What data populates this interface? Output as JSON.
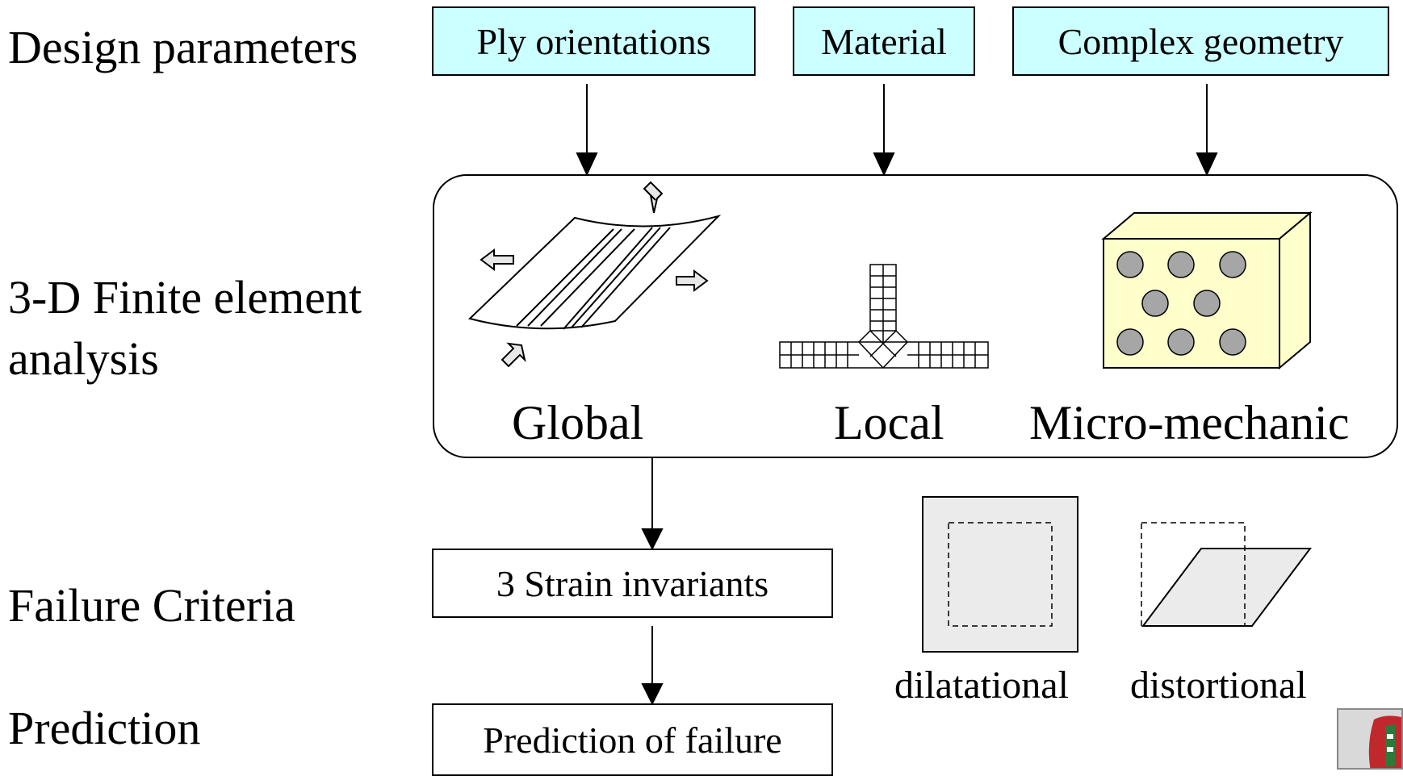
{
  "rows": {
    "design": "Design parameters",
    "fea_line1": "3-D Finite element",
    "fea_line2": "analysis",
    "failure": "Failure Criteria",
    "prediction": "Prediction"
  },
  "params": [
    "Ply orientations",
    "Material",
    "Complex geometry"
  ],
  "analysis_levels": [
    "Global",
    "Local",
    "Micro-mechanic"
  ],
  "criteria_box": "3 Strain invariants",
  "prediction_box": "Prediction of failure",
  "deformation_modes": [
    "dilatational",
    "distortional"
  ],
  "colors": {
    "param_fill": "#ccffff",
    "cube_fill": "#ffffcc",
    "fiber_fill": "#a6a6a6",
    "mode_fill": "#ebebeb"
  }
}
